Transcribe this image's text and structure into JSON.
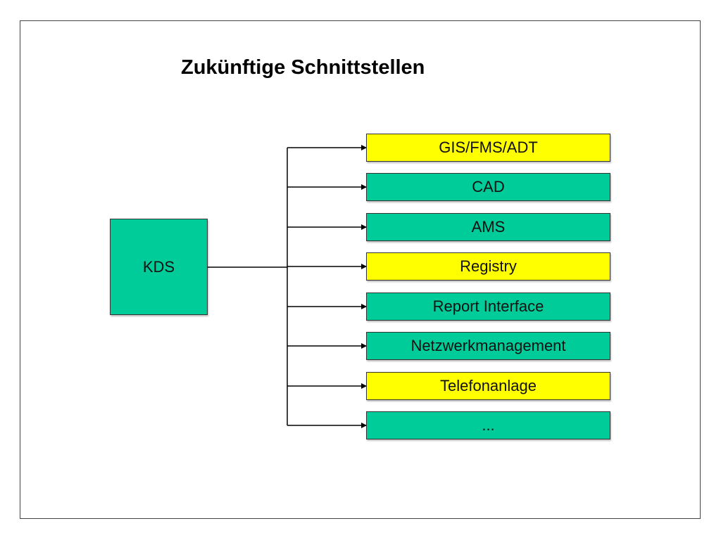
{
  "title": "Zukünftige Schnittstellen",
  "colors": {
    "green": "#00cc99",
    "yellow": "#ffff00",
    "line": "#000000"
  },
  "source": {
    "label": "KDS",
    "color": "green"
  },
  "targets": [
    {
      "label": "GIS/FMS/ADT",
      "color": "yellow"
    },
    {
      "label": "CAD",
      "color": "green"
    },
    {
      "label": "AMS",
      "color": "green"
    },
    {
      "label": "Registry",
      "color": "yellow"
    },
    {
      "label": "Report Interface",
      "color": "green"
    },
    {
      "label": "Netzwerkmanagement",
      "color": "green"
    },
    {
      "label": "Telefonanlage",
      "color": "yellow"
    },
    {
      "label": "...",
      "color": "green"
    }
  ]
}
